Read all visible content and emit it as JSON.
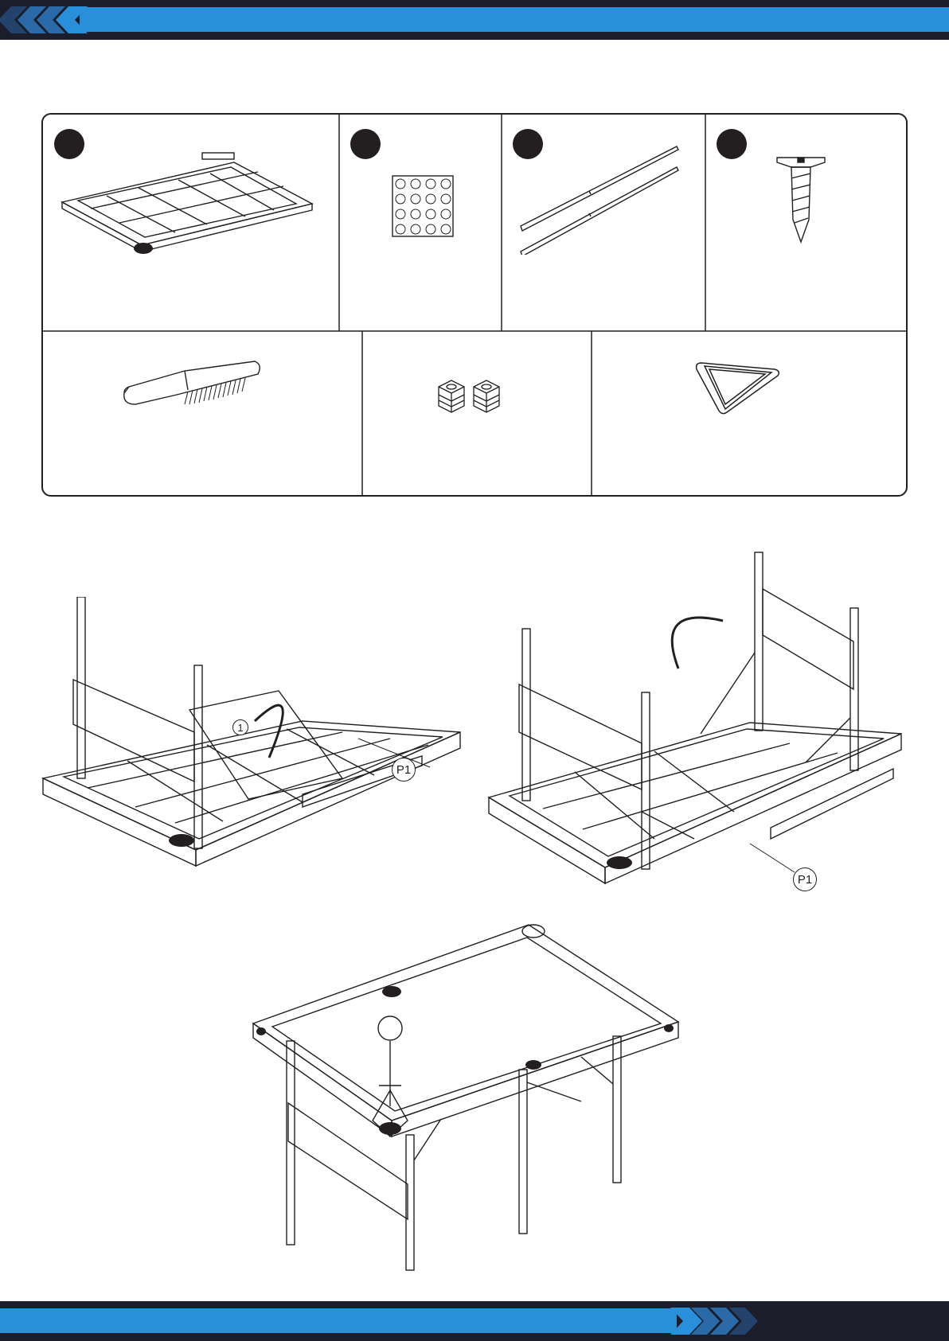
{
  "colors": {
    "band_dark": "#1b1d2a",
    "band_blue": "#2a8fdb",
    "chevron_dark": "#23436d",
    "chevron_mid": "#2b6aa8",
    "ink": "#231f20"
  },
  "parts": {
    "badges": {
      "a": "",
      "b": "",
      "c": "",
      "d": ""
    },
    "icons": [
      "table-top-icon",
      "chalk-block-icon",
      "cue-stick-icon",
      "screw-icon",
      "brush-icon",
      "chalk-cube-icon",
      "ball-triangle-icon"
    ]
  },
  "steps": {
    "step1": {
      "callout_part": "P1",
      "callout_step": "1"
    },
    "step2": {
      "callout_part": "P1"
    },
    "step3": {
      "callout_detail": ""
    }
  }
}
